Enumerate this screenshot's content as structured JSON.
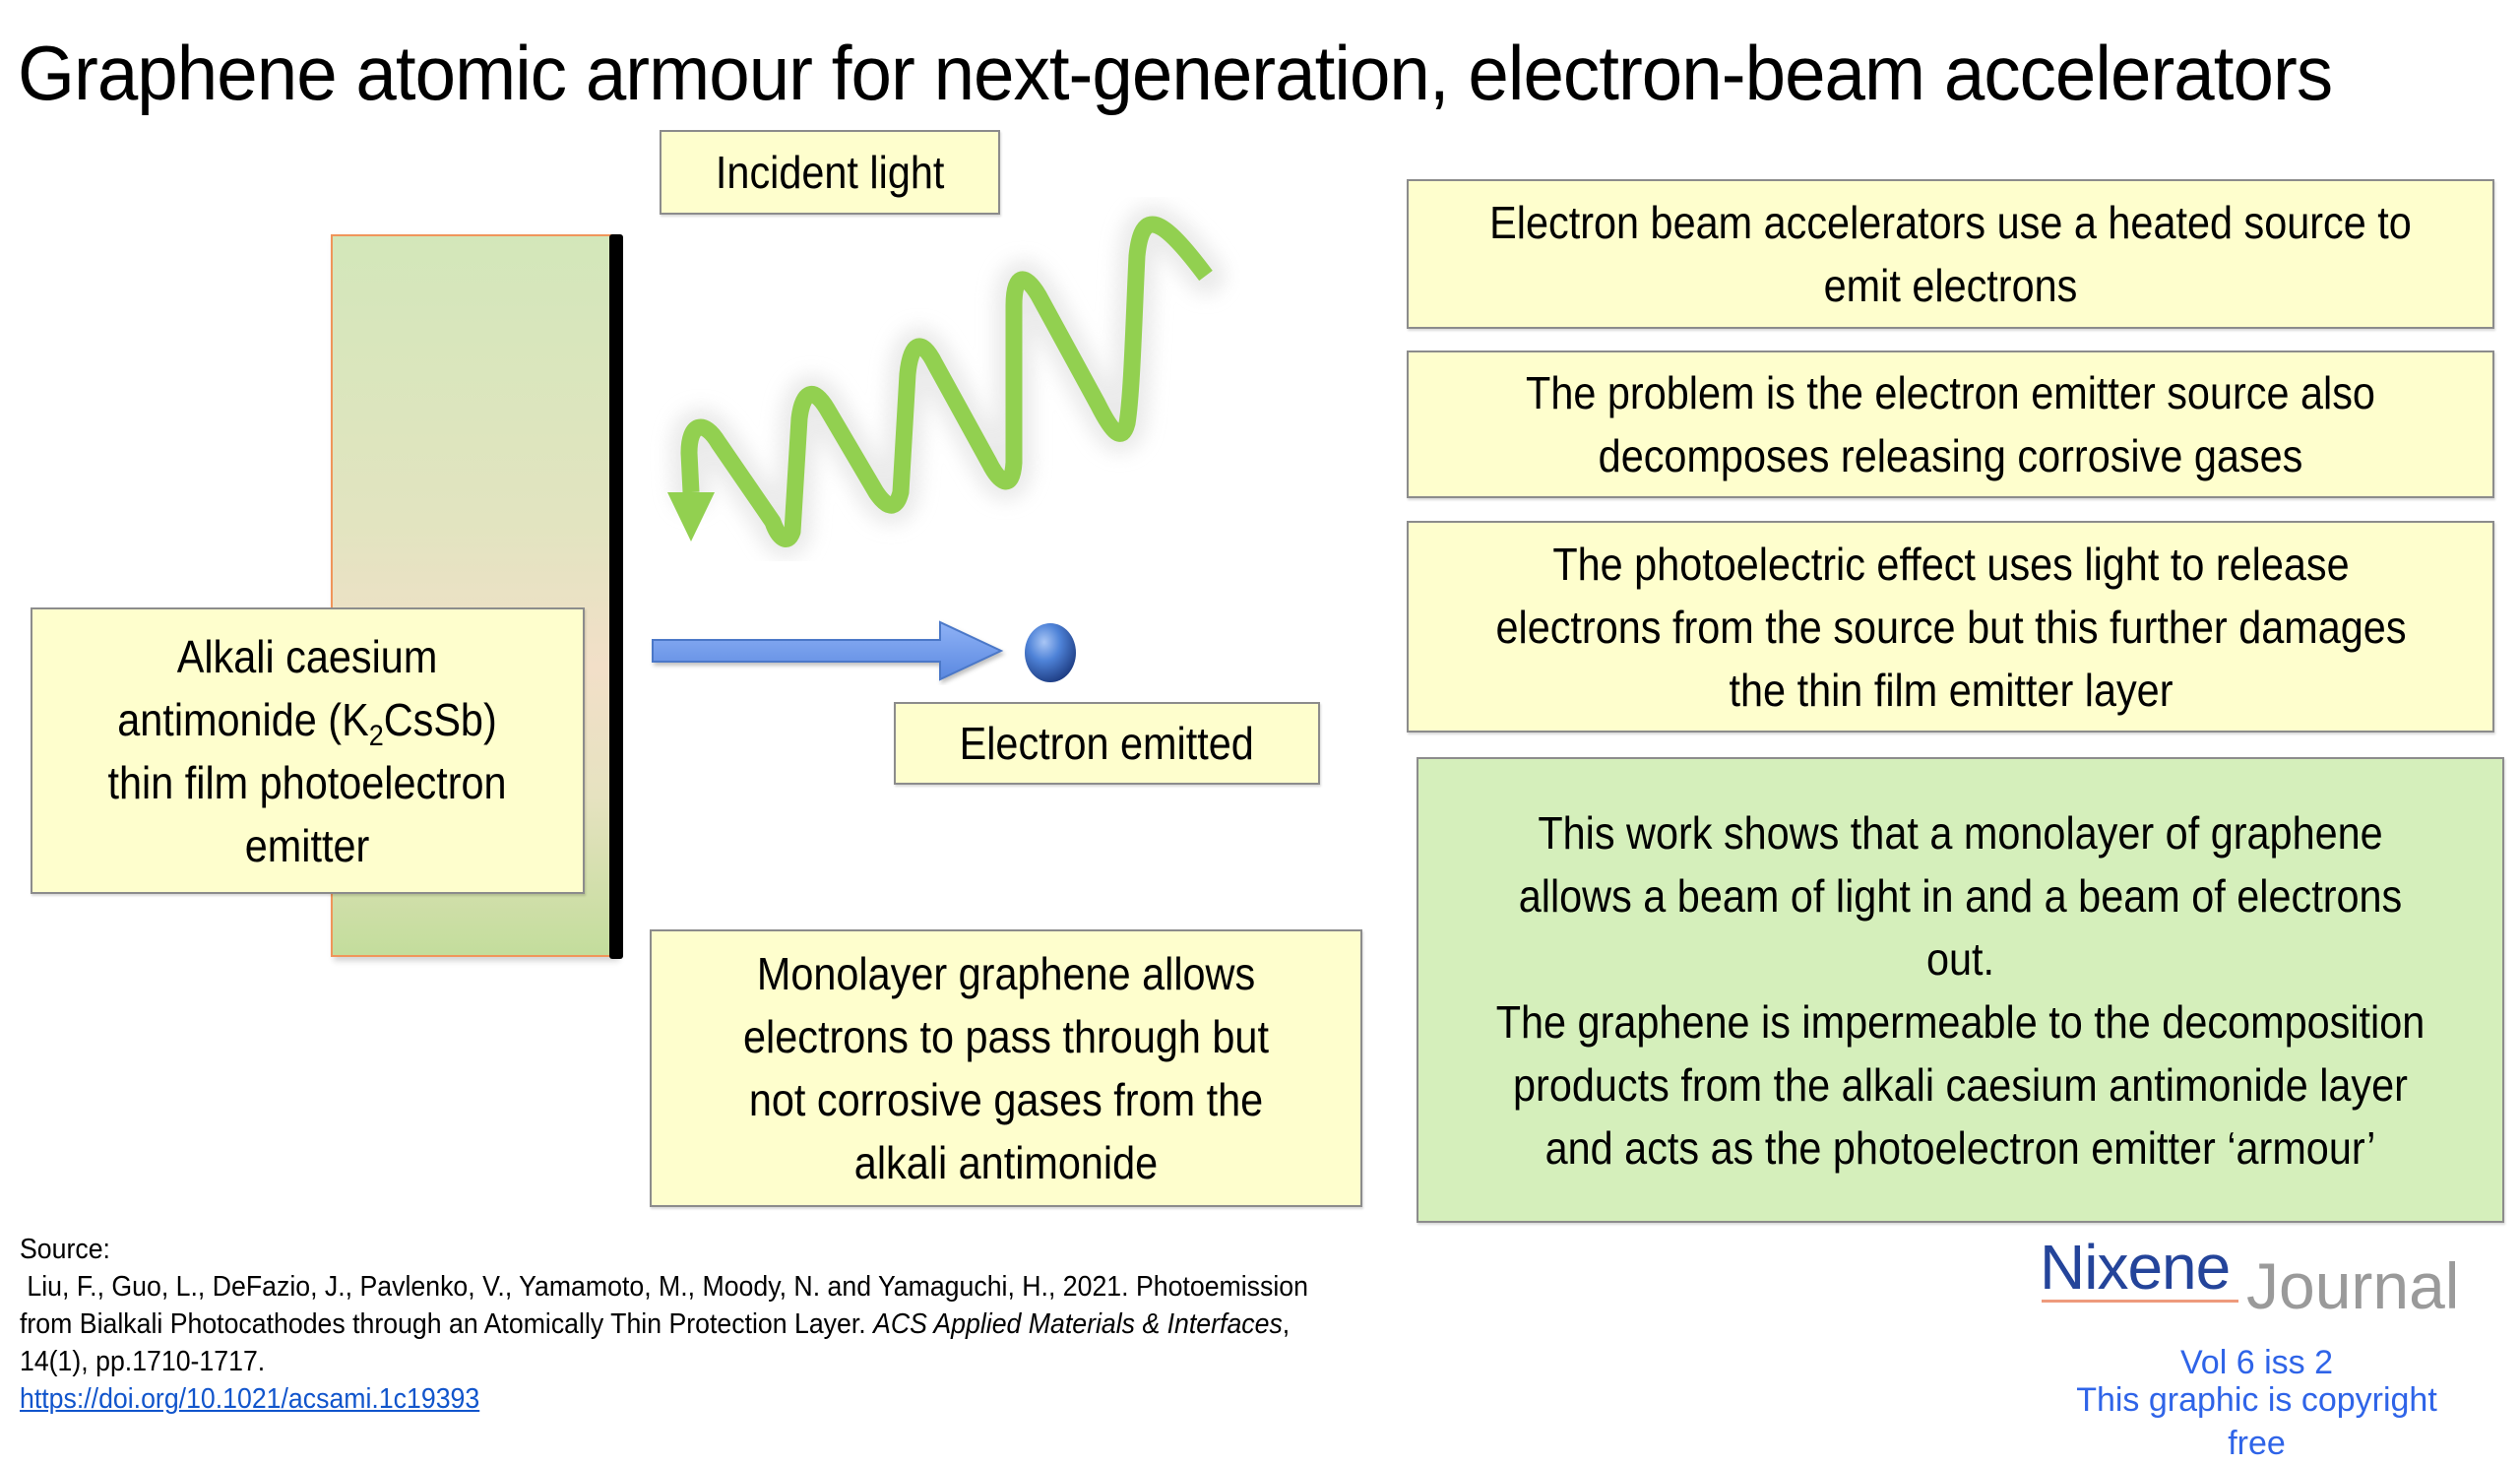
{
  "title": "Graphene atomic armour for next-generation, electron-beam accelerators",
  "diagram": {
    "incident_light_label": "Incident light",
    "emitter_label": {
      "line1": "Alkali caesium",
      "line2_pre": "antimonide (K",
      "line2_sub": "2",
      "line2_post": "CsSb)",
      "line3": "thin film photoelectron",
      "line4": "emitter"
    },
    "electron_emitted_label": "Electron emitted",
    "monolayer_label": "Monolayer graphene allows electrons to pass through but not corrosive gases from the alkali antimonide",
    "colors": {
      "wave_green": "#92d050",
      "arrow_blue": "#6e9cf0",
      "electron_blue": "#3f6fc6",
      "label_fill": "#fefecd",
      "summary_fill": "#d5efbb",
      "layer_border": "#f0955a"
    }
  },
  "info_boxes": [
    {
      "text": "Electron beam accelerators use a heated source to emit electrons"
    },
    {
      "text": "The problem is the electron emitter source also decomposes releasing corrosive gases"
    },
    {
      "text": "The photoelectric effect uses light to release electrons from the source but this further damages the thin film emitter layer"
    }
  ],
  "summary_box": {
    "para1": "This work shows that a monolayer of graphene allows a beam of light in and a beam of electrons out.",
    "para2": "The graphene is impermeable to the decomposition products from the alkali caesium antimonide layer and acts as the photoelectron emitter ‘armour’"
  },
  "source": {
    "heading": "Source:",
    "line1": " Liu, F., Guo, L., DeFazio, J., Pavlenko, V., Yamamoto, M., Moody, N. and Yamaguchi, H., 2021. Photoemission",
    "line2_plain": "from Bialkali Photocathodes through an Atomically Thin Protection Layer. ",
    "line2_italic": "ACS Applied Materials & Interfaces",
    "line2_end": ",",
    "line3": "14(1), pp.1710-1717.",
    "doi": "https://doi.org/10.1021/acsami.1c19393"
  },
  "branding": {
    "logo_primary": "Nixene",
    "logo_secondary": "Journal",
    "volume": "Vol 6 iss 2",
    "copyright": "This graphic is copyright free"
  }
}
